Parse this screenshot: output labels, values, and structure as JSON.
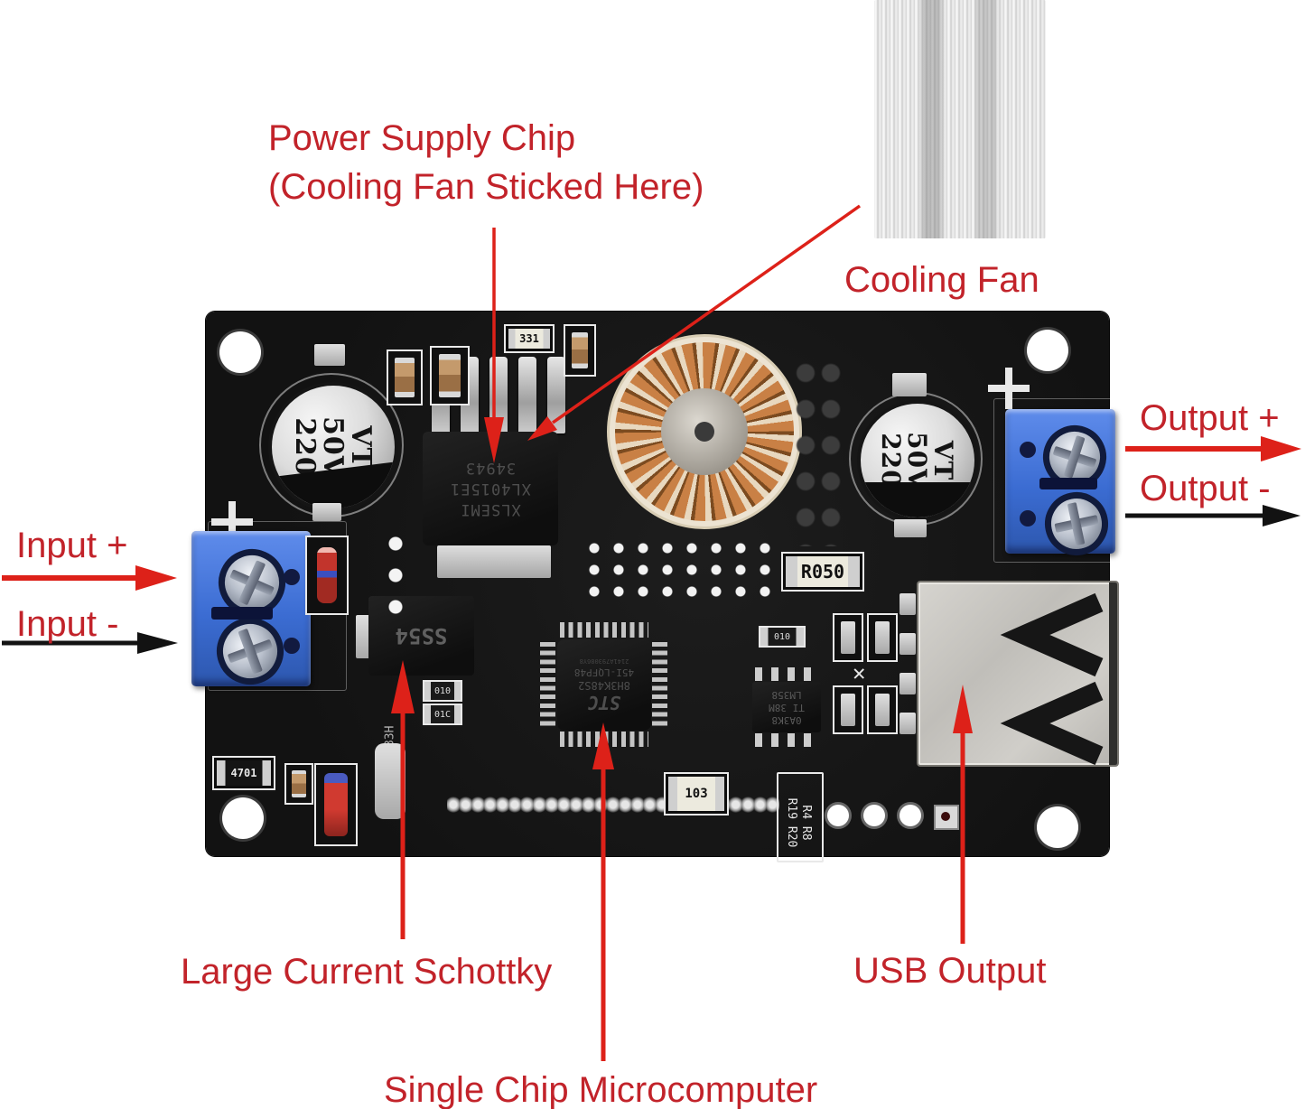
{
  "annotations": {
    "power_chip_line1": "Power Supply Chip",
    "power_chip_line2": "(Cooling Fan Sticked Here)",
    "cooling_fan": "Cooling Fan",
    "output_plus": "Output +",
    "output_minus": "Output -",
    "input_plus": "Input +",
    "input_minus": "Input -",
    "schottky": "Large Current Schottky",
    "microcomputer": "Single Chip Microcomputer",
    "usb_output": "USB Output"
  },
  "colors": {
    "annotation_red": "#c2232a",
    "arrow_red": "#dd2119",
    "arrow_black": "#121212",
    "pcb_black": "#151515",
    "terminal_blue": "#3b6cd2",
    "copper": "#c98045"
  },
  "board": {
    "capacitor_left": {
      "l1": "220",
      "l2": "50V",
      "l3": "VT"
    },
    "capacitor_right": {
      "l1": "220",
      "l2": "50V",
      "l3": "VT"
    },
    "power_chip": {
      "l1": "XLSEMI",
      "l2": "XL4015E1",
      "l3": "34943"
    },
    "schottky_diode": "SS54",
    "mcu": {
      "logo": "STC",
      "l1": "8H3K48S2",
      "l2": "45I-LQFP48",
      "l3": "2141A793086Y8"
    },
    "opamp": {
      "l1": "LM358",
      "l2": "TI 38M",
      "l3": "0A3K8"
    },
    "shunt": "R050",
    "small_labels": {
      "c331": "331",
      "c103": "103",
      "c4701": "4701",
      "c010": "010",
      "c01c": "01C",
      "pins1": "R4 R8",
      "pins2": "R19 R20",
      "mark": "@7133H",
      "xmark": "✕"
    }
  }
}
